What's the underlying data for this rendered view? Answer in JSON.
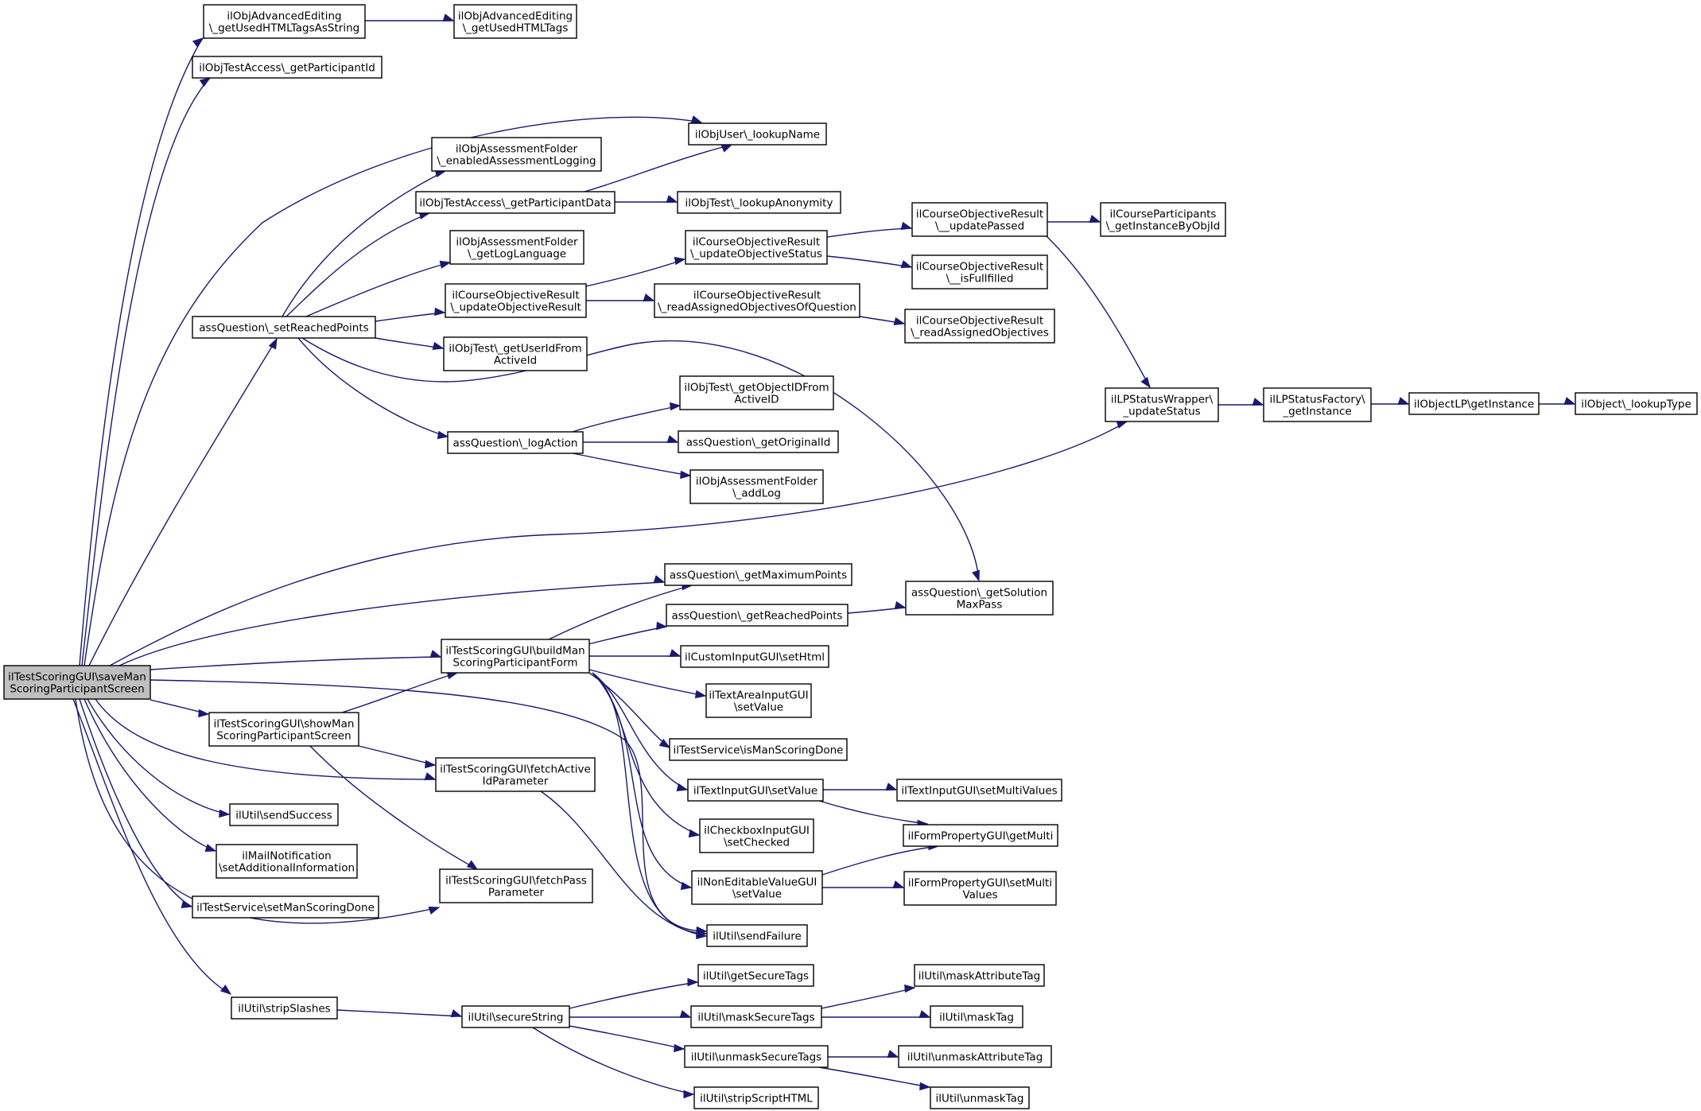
{
  "nodes": {
    "root": [
      "ilTestScoringGUI\\saveMan",
      "ScoringParticipantScreen"
    ],
    "adv_str": [
      "ilObjAdvancedEditing",
      "\\_getUsedHTMLTagsAsString"
    ],
    "adv": [
      "ilObjAdvancedEditing",
      "\\_getUsedHTMLTags"
    ],
    "part_id": [
      "ilObjTestAccess\\_getParticipantId"
    ],
    "lookup_name": [
      "ilObjUser\\_lookupName"
    ],
    "assess_log": [
      "ilObjAssessmentFolder",
      "\\_enabledAssessmentLogging"
    ],
    "part_data": [
      "ilObjTestAccess\\_getParticipantData"
    ],
    "lookup_anon": [
      "ilObjTest\\_lookupAnonymity"
    ],
    "cor_upd_passed": [
      "ilCourseObjectiveResult",
      "\\__updatePassed"
    ],
    "crs_participants": [
      "ilCourseParticipants",
      "\\_getInstanceByObjId"
    ],
    "log_lang": [
      "ilObjAssessmentFolder",
      "\\_getLogLanguage"
    ],
    "cor_upd_status": [
      "ilCourseObjectiveResult",
      "\\_updateObjectiveStatus"
    ],
    "cor_fulfilled": [
      "ilCourseObjectiveResult",
      "\\__isFullfilled"
    ],
    "set_reached": [
      "assQuestion\\_setReachedPoints"
    ],
    "cor_upd_result": [
      "ilCourseObjectiveResult",
      "\\_updateObjectiveResult"
    ],
    "cor_read_q": [
      "ilCourseObjectiveResult",
      "\\_readAssignedObjectivesOfQuestion"
    ],
    "cor_read": [
      "ilCourseObjectiveResult",
      "\\_readAssignedObjectives"
    ],
    "user_id_from": [
      "ilObjTest\\_getUserIdFrom",
      "ActiveId"
    ],
    "obj_id_from": [
      "ilObjTest\\_getObjectIDFrom",
      "ActiveID"
    ],
    "lp_wrapper": [
      "ilLPStatusWrapper\\",
      "_updateStatus"
    ],
    "lp_factory": [
      "ilLPStatusFactory\\",
      "_getInstance"
    ],
    "objlp": [
      "ilObjectLP\\getInstance"
    ],
    "lookup_type": [
      "ilObject\\_lookupType"
    ],
    "log_action": [
      "assQuestion\\_logAction"
    ],
    "orig_id": [
      "assQuestion\\_getOriginalId"
    ],
    "add_log": [
      "ilObjAssessmentFolder",
      "\\_addLog"
    ],
    "max_points": [
      "assQuestion\\_getMaximumPoints"
    ],
    "sol_maxpass": [
      "assQuestion\\_getSolution",
      "MaxPass"
    ],
    "reached_pts": [
      "assQuestion\\_getReachedPoints"
    ],
    "build_form": [
      "ilTestScoringGUI\\buildMan",
      "ScoringParticipantForm"
    ],
    "custom_html": [
      "ilCustomInputGUI\\setHtml"
    ],
    "textarea_val": [
      "ilTextAreaInputGUI",
      "\\setValue"
    ],
    "show_screen": [
      "ilTestScoringGUI\\showMan",
      "ScoringParticipantScreen"
    ],
    "is_done": [
      "ilTestService\\isManScoringDone"
    ],
    "fetch_active": [
      "ilTestScoringGUI\\fetchActive",
      "IdParameter"
    ],
    "text_setval": [
      "ilTextInputGUI\\setValue"
    ],
    "text_multi": [
      "ilTextInputGUI\\setMultiValues"
    ],
    "send_success": [
      "ilUtil\\sendSuccess"
    ],
    "checkbox": [
      "ilCheckboxInputGUI",
      "\\setChecked"
    ],
    "form_getmulti": [
      "ilFormPropertyGUI\\getMulti"
    ],
    "mail": [
      "ilMailNotification",
      "\\setAdditionalInformation"
    ],
    "noneditable": [
      "ilNonEditableValueGUI",
      "\\setValue"
    ],
    "form_setmulti": [
      "ilFormPropertyGUI\\setMulti",
      "Values"
    ],
    "fetch_pass": [
      "ilTestScoringGUI\\fetchPass",
      "Parameter"
    ],
    "set_done": [
      "ilTestService\\setManScoringDone"
    ],
    "send_failure": [
      "ilUtil\\sendFailure"
    ],
    "secure_tags": [
      "ilUtil\\getSecureTags"
    ],
    "mask_attr": [
      "ilUtil\\maskAttributeTag"
    ],
    "strip_slashes": [
      "ilUtil\\stripSlashes"
    ],
    "secure_string": [
      "ilUtil\\secureString"
    ],
    "mask_secure": [
      "ilUtil\\maskSecureTags"
    ],
    "mask_tag": [
      "ilUtil\\maskTag"
    ],
    "unmask_secure": [
      "ilUtil\\unmaskSecureTags"
    ],
    "unmask_attr": [
      "ilUtil\\unmaskAttributeTag"
    ],
    "strip_script": [
      "ilUtil\\stripScriptHTML"
    ],
    "unmask_tag": [
      "ilUtil\\unmaskTag"
    ]
  },
  "colors": {
    "edge": "#191970",
    "root_fill": "#bfbfbf",
    "node_fill": "#ffffff",
    "node_border": "#000000"
  }
}
